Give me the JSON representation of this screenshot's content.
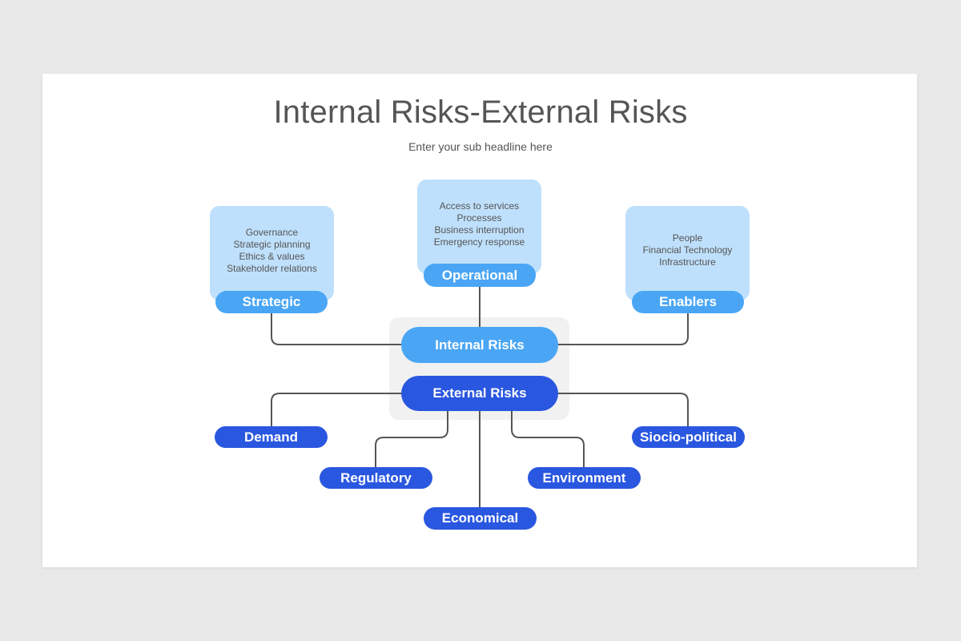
{
  "header": {
    "title": "Internal Risks-External Risks",
    "subtitle": "Enter your sub headline here"
  },
  "colors": {
    "background": "#e9e8e9",
    "slide": "#ffffff",
    "card_fill": "#bfe0fc",
    "internal_pill": "#4aa6f5",
    "external_pill": "#2a57e0",
    "connector": "#555555"
  },
  "hub": {
    "internal_label": "Internal Risks",
    "external_label": "External Risks"
  },
  "internal": {
    "strategic": {
      "label": "Strategic",
      "items": [
        "Governance",
        "Strategic planning",
        "Ethics & values",
        "Stakeholder relations"
      ]
    },
    "operational": {
      "label": "Operational",
      "items": [
        "Access to services",
        "Processes",
        "Business interruption",
        "Emergency response"
      ]
    },
    "enablers": {
      "label": "Enablers",
      "items": [
        "People",
        "Financial Technology",
        "Infrastructure"
      ]
    }
  },
  "external": {
    "demand": "Demand",
    "regulatory": "Regulatory",
    "economical": "Economical",
    "environment": "Environment",
    "sociopolitical": "Siocio-political"
  }
}
